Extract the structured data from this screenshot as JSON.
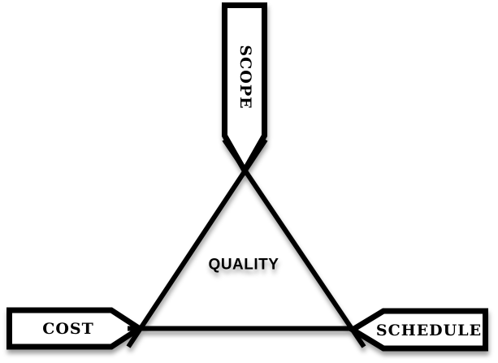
{
  "diagram": {
    "type": "triangle-constraint-diagram",
    "center_label": "QUALITY",
    "vertices": [
      {
        "id": "scope",
        "label": "SCOPE",
        "position": "top"
      },
      {
        "id": "cost",
        "label": "COST",
        "position": "bottom-left"
      },
      {
        "id": "schedule",
        "label": "SCHEDULE",
        "position": "bottom-right"
      }
    ],
    "colors": {
      "stroke": "#000000",
      "fill": "#ffffff",
      "background": "#ffffff",
      "shadow": "rgba(0,0,0,0.38)"
    }
  }
}
